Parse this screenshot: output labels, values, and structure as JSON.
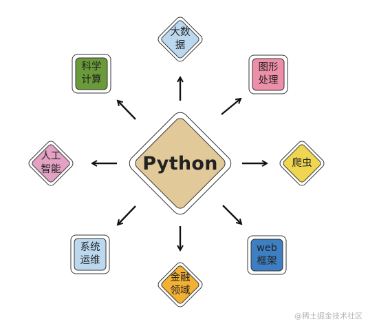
{
  "center": {
    "label": "Python",
    "color": "#e2c99a"
  },
  "nodes": {
    "big_data": {
      "label": "大数\n据",
      "color": "#bcd8ef"
    },
    "graphics": {
      "label": "图形\n处理",
      "color": "#ed8fa8"
    },
    "crawler": {
      "label": "爬虫",
      "color": "#eed650"
    },
    "web": {
      "label": "web\n框架",
      "color": "#3e7fc4"
    },
    "finance": {
      "label": "金融\n领域",
      "color": "#f3b134"
    },
    "sysops": {
      "label": "系统\n运维",
      "color": "#bcd8ef"
    },
    "ai": {
      "label": "人工\n智能",
      "color": "#e3a1c4"
    },
    "science": {
      "label": "科学\n计算",
      "color": "#6b9a3a"
    }
  },
  "watermark": "@稀土掘金技术社区"
}
